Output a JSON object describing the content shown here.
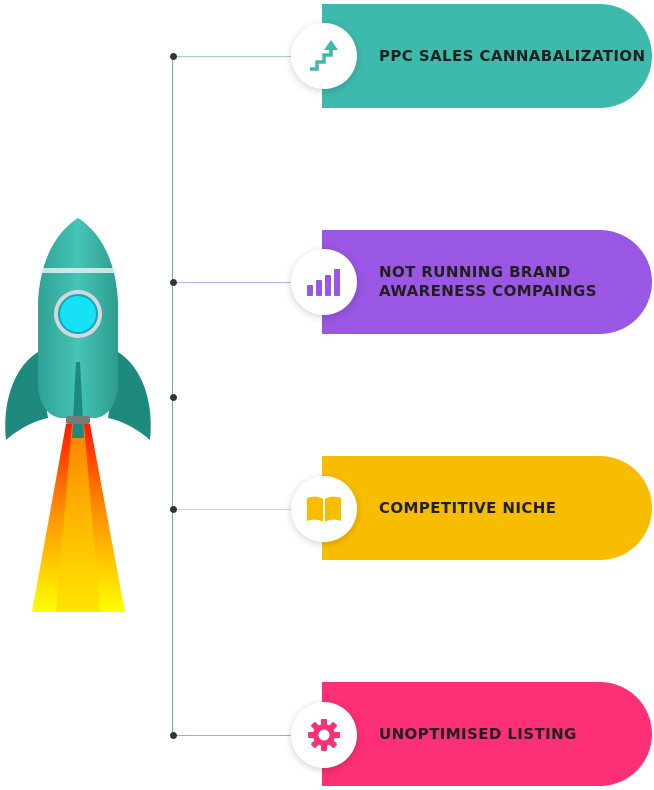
{
  "items": [
    {
      "label": "PPC SALES CANNABALIZATION",
      "color": "#3dbaac",
      "line_color": "#9fd3cd",
      "icon": "growth-arrow-icon"
    },
    {
      "label": "NOT RUNNING BRAND\nAWARENESS COMPAINGS",
      "color": "#9a57e3",
      "line_color": "#c9a9ee",
      "icon": "bar-chart-icon"
    },
    {
      "label": "COMPETITIVE NICHE",
      "color": "#f9bd00",
      "line_color": "#f6d56a",
      "icon": "open-book-icon"
    },
    {
      "label": "UNOPTIMISED LISTING",
      "color": "#fd2f76",
      "line_color": "#f58aae",
      "icon": "gear-icon"
    }
  ],
  "connector_color": "#6fb7b0",
  "dot_color": "#333333",
  "rocket": {
    "body_color": "#3dbaac",
    "fin_color": "#1e8a7d",
    "window_color": "#17e2f5",
    "flame_colors": [
      "#ff1a00",
      "#ff8c00",
      "#ffff00"
    ]
  }
}
